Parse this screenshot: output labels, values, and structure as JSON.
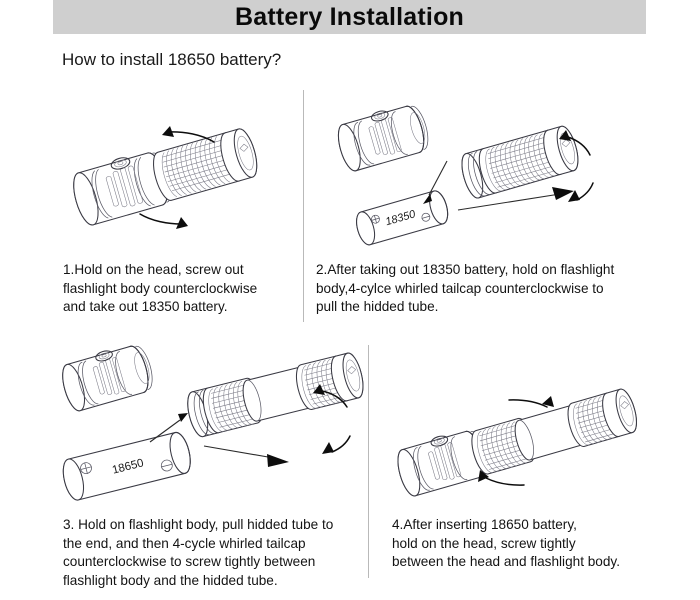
{
  "header": {
    "title": "Battery Installation",
    "banner_color": "#cfcfcf",
    "title_color": "#0a0a0a"
  },
  "subtitle": "How to install 18650 battery?",
  "panels": [
    {
      "id": "panel-1",
      "caption_lines": [
        "1.Hold on the head, screw out",
        "flashlight body counterclockwise",
        "and take out 18350 battery."
      ],
      "illustration": {
        "name": "assembled-short-flashlight-with-rotation-arrows",
        "labels": []
      }
    },
    {
      "id": "panel-2",
      "caption_lines": [
        "2.After taking out 18350 battery, hold on flashlight",
        "body,4-cylce whirled tailcap counterclockwise to",
        "pull the hidded tube."
      ],
      "illustration": {
        "name": "head-separated-battery-removed-tailcap-rotating",
        "labels": [
          {
            "name": "battery-label-18350",
            "positive": "⊕",
            "text": "18350",
            "negative": "⊖"
          }
        ]
      }
    },
    {
      "id": "panel-3",
      "caption_lines": [
        "3. Hold on flashlight body, pull hidded tube to",
        "the end, and then 4-cycle whirled tailcap",
        "counterclockwise to screw tightly between",
        "flashlight body and the hidded tube."
      ],
      "illustration": {
        "name": "head-separated-18650-battery-extended-tube",
        "labels": [
          {
            "name": "battery-label-18650",
            "positive": "⊕",
            "text": "18650",
            "negative": "⊖"
          }
        ]
      }
    },
    {
      "id": "panel-4",
      "caption_lines": [
        "4.After inserting 18650 battery,",
        "hold on the head, screw tightly",
        "between the head and flashlight body."
      ],
      "illustration": {
        "name": "assembled-long-flashlight-with-rotation-arrows",
        "labels": []
      }
    }
  ],
  "colors": {
    "line": "#3a3a44",
    "arrow": "#0d0d0d",
    "divider": "#b9b9b9",
    "background": "#ffffff"
  }
}
